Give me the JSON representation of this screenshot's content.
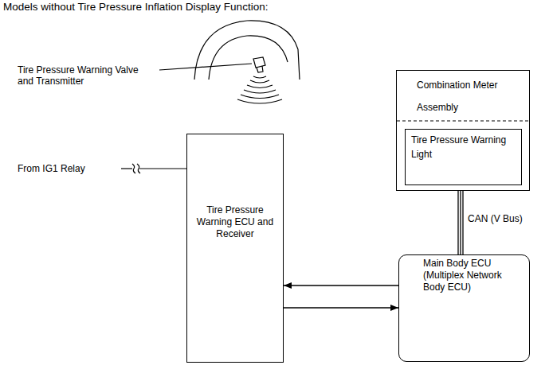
{
  "diagram": {
    "title": "Models without Tire Pressure Inflation Display Function:",
    "nodes": [
      {
        "text": [
          "Combination Meter Assembly"
        ]
      },
      {
        "text": [
          "Tire Pressure Warning Light"
        ],
        "in": 0
      },
      {
        "text": [
          "Tire Pressure Warning ECU and Receiver"
        ]
      },
      {
        "text": [
          "Main Body ECU (Multiplex Network Body ECU)"
        ]
      }
    ],
    "edges": [
      {
        "from": 0,
        "to": 3,
        "arrow": "none",
        "label": "CAN (V Bus)"
      },
      {
        "from": 3,
        "to": 2,
        "arrow": "to"
      },
      {
        "from": 2,
        "to": 3,
        "arrow": "to"
      }
    ],
    "labels": [
      "Tire Pressure Warning Valve and Transmitter",
      "From IG1 Relay"
    ]
  }
}
